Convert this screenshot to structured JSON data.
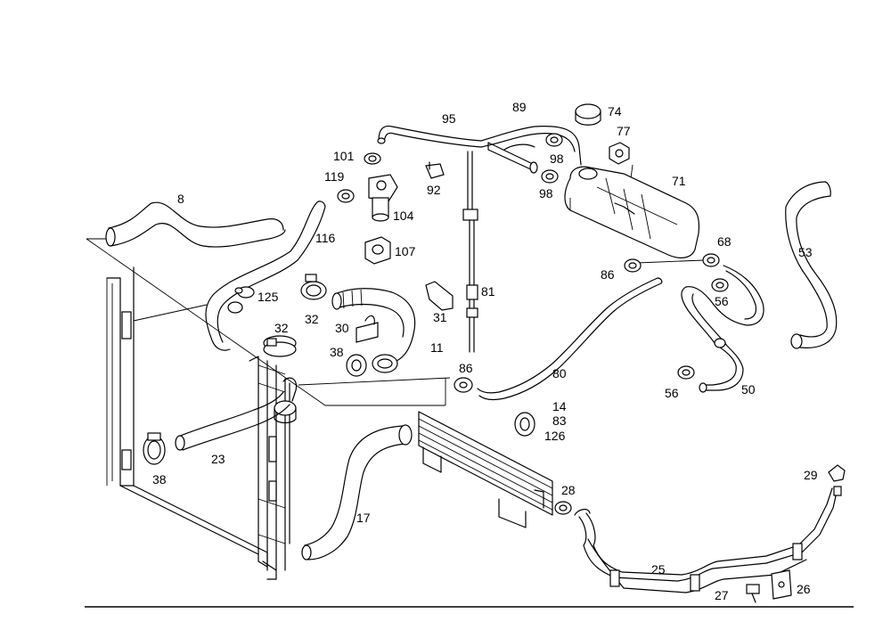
{
  "diagram": {
    "labels": {
      "l8": "8",
      "l95": "95",
      "l89": "89",
      "l74": "74",
      "l77": "77",
      "l71": "71",
      "l98a": "98",
      "l98b": "98",
      "l101": "101",
      "l119": "119",
      "l92": "92",
      "l104": "104",
      "l107": "107",
      "l116": "116",
      "l125": "125",
      "l32a": "32",
      "l32b": "32",
      "l30": "30",
      "l31": "31",
      "l81": "81",
      "l11": "11",
      "l38a": "38",
      "l38b": "38",
      "l86a": "86",
      "l86b": "86",
      "l80": "80",
      "l68": "68",
      "l56a": "56",
      "l56b": "56",
      "l50": "50",
      "l53": "53",
      "l14": "14",
      "l83": "83",
      "l126": "126",
      "l23": "23",
      "l17": "17",
      "l28": "28",
      "l29": "29",
      "l25": "25",
      "l27": "27",
      "l26": "26"
    }
  }
}
